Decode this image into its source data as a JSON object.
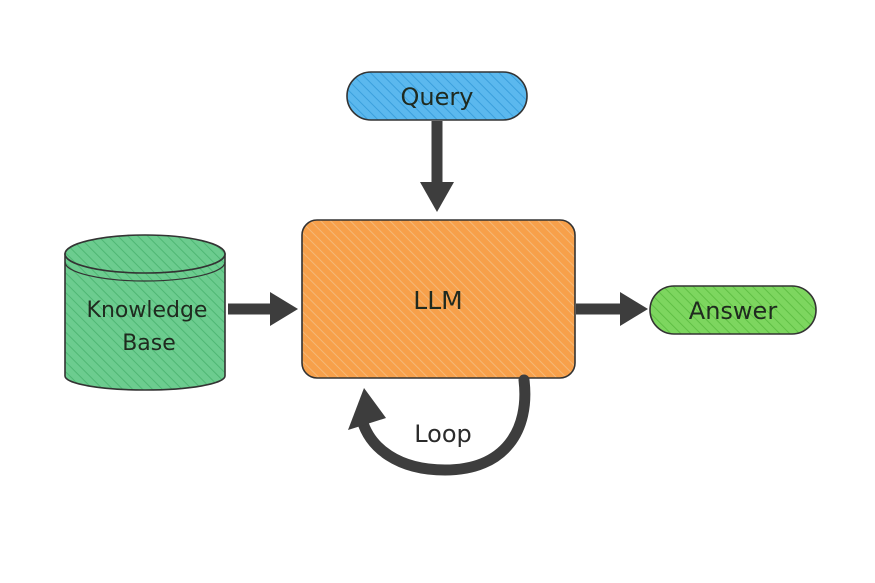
{
  "nodes": {
    "query": {
      "label": "Query",
      "fill": "#5bb8ee",
      "hatch": "#3a9fdc"
    },
    "llm": {
      "label": "LLM",
      "fill": "#f7a04a",
      "hatch": "#f4b878"
    },
    "knowledge_base": {
      "label_line1": "Knowledge",
      "label_line2": "Base",
      "fill": "#6ccc8f",
      "hatch": "#4fb774"
    },
    "answer": {
      "label": "Answer",
      "fill": "#7dd65f",
      "hatch": "#5fc044"
    }
  },
  "edges": {
    "loop": {
      "label": "Loop"
    }
  },
  "colors": {
    "outline": "#333333",
    "arrow": "#3d3d3d"
  }
}
